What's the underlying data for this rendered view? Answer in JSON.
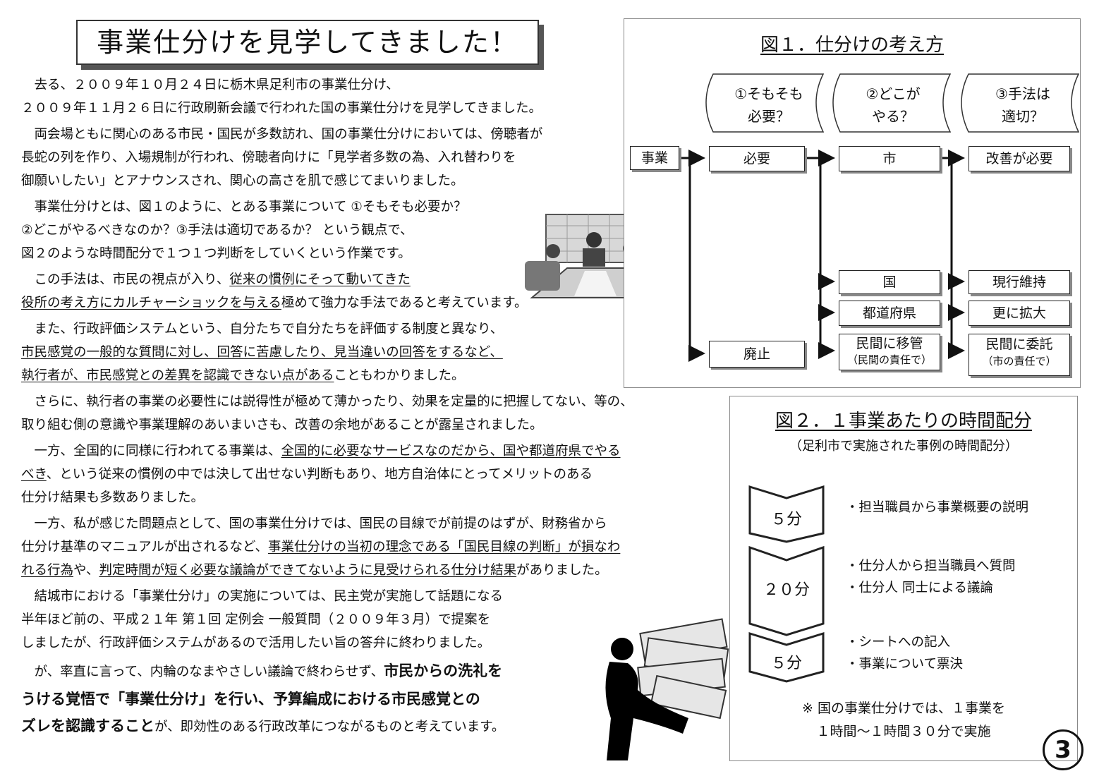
{
  "title": "事業仕分けを見学してきました！",
  "paragraphs": {
    "p1": [
      "　去る、２００９年１０月２４日に栃木県足利市の事業仕分け、",
      "２００９年１１月２６日に行政刷新会議で行われた国の事業仕分けを見学してきました。"
    ],
    "p2": [
      "　両会場ともに関心のある市民・国民が多数訪れ、国の事業仕分けにおいては、傍聴者が",
      "長蛇の列を作り、入場規制が行われ、傍聴者向けに「見学者多数の為、入れ替わりを",
      "御願いしたい」とアナウンスされ、関心の高さを肌で感じてまいりました。"
    ],
    "p3": [
      "　事業仕分けとは、図１のように、とある事業について ①そもそも必要か？",
      "②どこがやるべきなのか？③手法は適切であるか？ という観点で、",
      "図２のような時間配分で１つ１つ判断をしていくという作業です。"
    ],
    "p4a": "　この手法は、市民の視点が入り、",
    "p4b": "従来の慣例にそって動いてきた",
    "p4c": "役所の考え方にカルチャーショックを与える",
    "p4d": "極めて強力な手法であると考えています。",
    "p5a": "　また、行政評価システムという、自分たちで自分たちを評価する制度と異なり、",
    "p5b": "市民感覚の一般的な質問に対し、回答に苦慮したり、見当違いの回答をするなど、",
    "p5c": "執行者が、市民感覚との差異を認識できない点がある",
    "p5d": "こともわかりました。",
    "p6": [
      "　さらに、執行者の事業の必要性には説得性が極めて薄かったり、効果を定量的に把握してない、等の、",
      "取り組む側の意識や事業理解のあいまいさも、改善の余地があることが露呈されました。"
    ],
    "p7a": "　一方、全国的に同様に行われてる事業は、",
    "p7b": "全国的に必要なサービスなのだから、国や都道府県でやる",
    "p7c": "べき",
    "p7d": "、という従来の慣例の中では決して出せない判断もあり、地方自治体にとってメリットのある",
    "p7e": "仕分け結果も多数ありました。",
    "p8a": "　一方、私が感じた問題点として、国の事業仕分けでは、国民の目線でが前提のはずが、財務省から",
    "p8b": "仕分け基準のマニュアルが出されるなど、",
    "p8c": "事業仕分けの当初の理念である「国民目線の判断」が損なわ",
    "p8d": "れる行為",
    "p8e": "や、",
    "p8f": "判定時間が短く必要な議論ができてないように見受けられる仕分け結果",
    "p8g": "がありました。",
    "p9": [
      "　結城市における「事業仕分け」の実施については、民主党が実施して話題になる",
      "半年ほど前の、平成２１年 第１回 定例会 一般質問（２００９年３月）で提案を",
      "しましたが、行政評価システムがあるので活用したい旨の答弁に終わりました。"
    ],
    "p10a": "　が、率直に言って、内輪のなまやさしい議論で終わらせず、",
    "p10b": "市民からの洗礼を",
    "p10c": "うける覚悟で「事業仕分け」を行い、予算編成における市民感覚との",
    "p10d": "ズレを認識すること",
    "p10e": "が、即効性のある行政改革につながるものと考えています。"
  },
  "figure1": {
    "title": "図１．仕分けの考え方",
    "q1": [
      "①そもそも",
      "必要？"
    ],
    "q2": [
      "②どこが",
      "やる？"
    ],
    "q3": [
      "③手法は",
      "適切？"
    ],
    "root": "事業",
    "col1": [
      "必要",
      "廃止"
    ],
    "col2": [
      "市",
      "国",
      "都道府県",
      "民間に移管"
    ],
    "col2_note": "（民間の責任で）",
    "col3": [
      "改善が必要",
      "現行維持",
      "更に拡大",
      "民間に委託"
    ],
    "col3_note": "（市の責任で）"
  },
  "figure2": {
    "title": "図２．１事業あたりの時間配分",
    "subtitle": "（足利市で実施された事例の時間配分）",
    "steps": [
      {
        "time": "５分",
        "items": [
          "・担当職員から事業概要の説明"
        ]
      },
      {
        "time": "２０分",
        "items": [
          "・仕分人から担当職員へ質問",
          "・仕分人 同士による議論"
        ]
      },
      {
        "time": "５分",
        "items": [
          "・シートへの記入",
          "・事業について票決"
        ]
      }
    ],
    "note": [
      "※ 国の事業仕分けでは、１事業を",
      "１時間〜１時間３０分で実施"
    ]
  },
  "page_number": "3"
}
